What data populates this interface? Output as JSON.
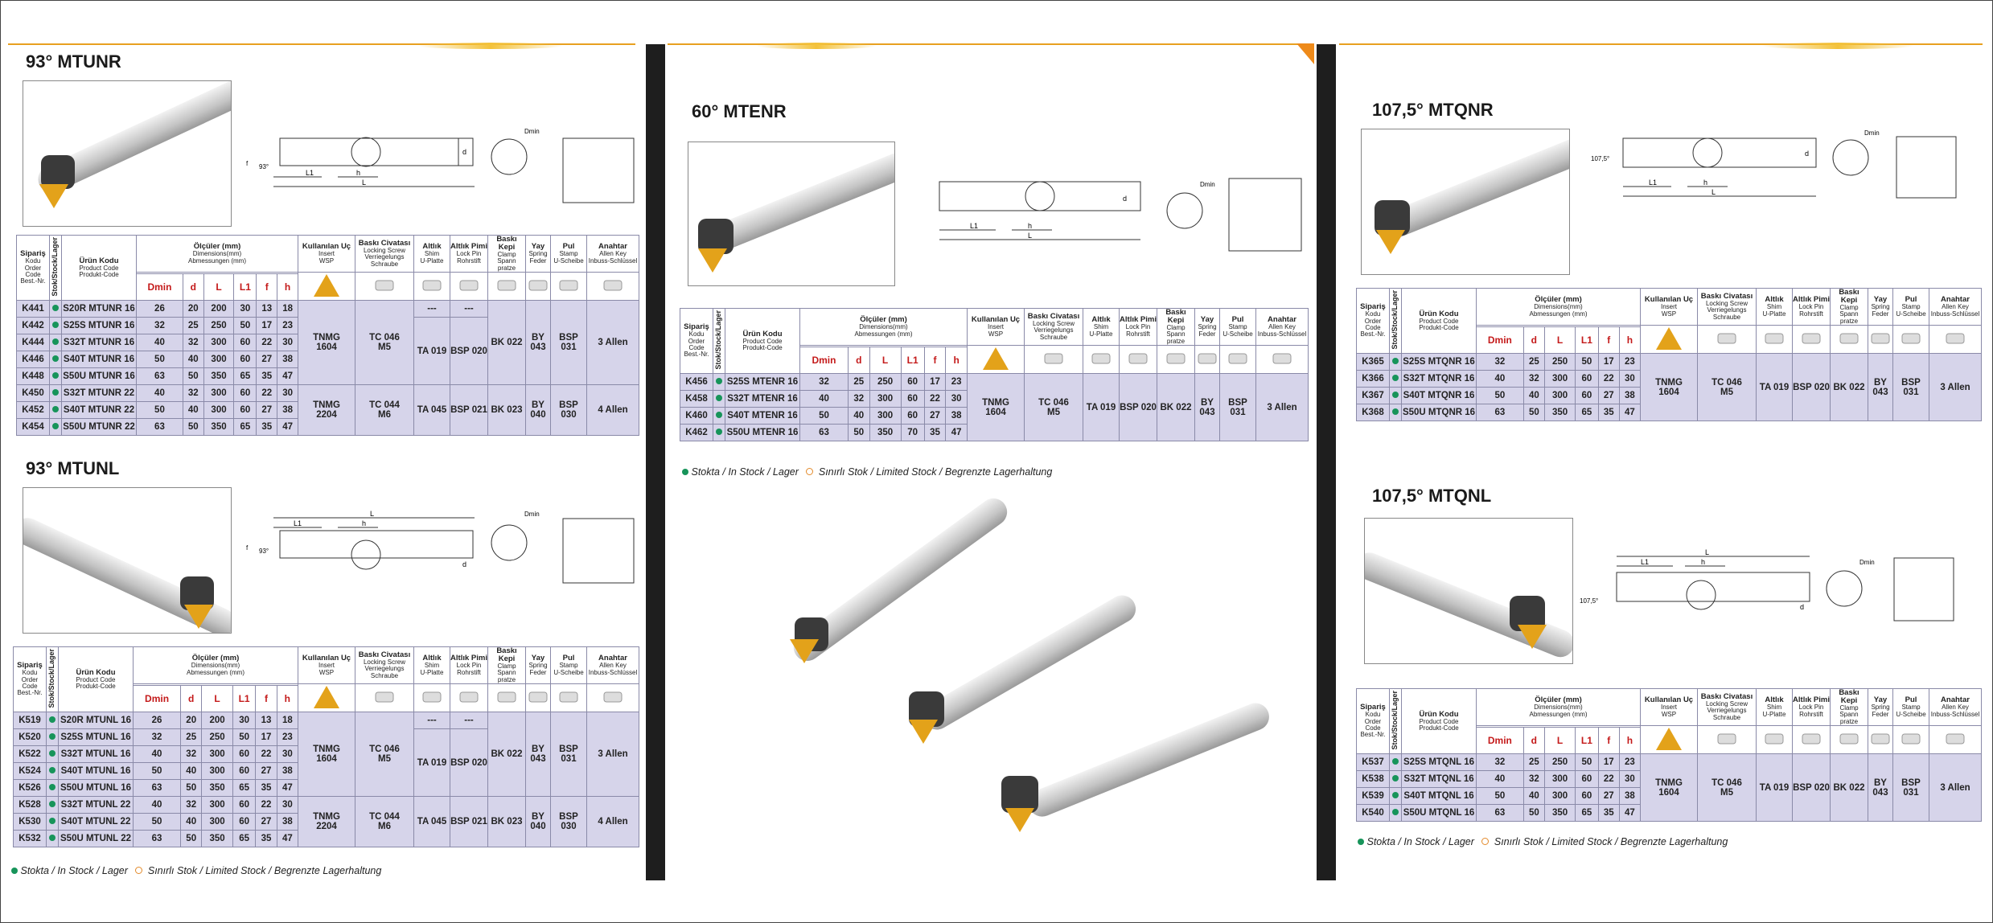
{
  "sections": {
    "mtunr": {
      "title": "93° MTUNR"
    },
    "mtunl": {
      "title": "93° MTUNL"
    },
    "mtenr": {
      "title": "60° MTENR"
    },
    "mtqnr": {
      "title": "107,5° MTQNR"
    },
    "mtqnl": {
      "title": "107,5° MTQNL"
    }
  },
  "headers": {
    "order_code": [
      "Sipariş",
      "Kodu",
      "Order",
      "Code",
      "Best.-Nr."
    ],
    "stock": "Stok/Stock/Lager",
    "product_code": [
      "Ürün Kodu",
      "Product Code",
      "Produkt-Code"
    ],
    "dimensions": [
      "Ölçüler (mm)",
      "Dimensions(mm)",
      "Abmessungen (mm)"
    ],
    "insert": [
      "Kullanılan Uç",
      "Insert",
      "WSP"
    ],
    "screw": [
      "Baskı Civatası",
      "Locking Screw",
      "Verriegelungs",
      "Schraube"
    ],
    "shim": [
      "Altlık",
      "Shim",
      "U-Platte"
    ],
    "pin": [
      "Altlık Pimi",
      "Lock Pin",
      "Rohrstift"
    ],
    "clamp": [
      "Baskı Kepi",
      "Clamp",
      "Spann",
      "pratze"
    ],
    "spring": [
      "Yay",
      "Spring",
      "Feder"
    ],
    "washer": [
      "Pul",
      "Stamp",
      "U-Scheibe"
    ],
    "key": [
      "Anahtar",
      "Allen Key",
      "Inbuss-Schlüssel"
    ],
    "dim_cols": [
      "Dmin",
      "d",
      "L",
      "L1",
      "f",
      "h"
    ]
  },
  "drawing_labels": {
    "L": "L",
    "L1": "L1",
    "h": "h",
    "d": "d",
    "f": "f",
    "dmin": "Dmin",
    "a93": "93°",
    "a1075": "107,5°"
  },
  "tables": {
    "mtunr": {
      "rows": [
        [
          "K441",
          "S20R MTUNR 16",
          "26",
          "20",
          "200",
          "30",
          "13",
          "18"
        ],
        [
          "K442",
          "S25S MTUNR 16",
          "32",
          "25",
          "250",
          "50",
          "17",
          "23"
        ],
        [
          "K444",
          "S32T MTUNR 16",
          "40",
          "32",
          "300",
          "60",
          "22",
          "30"
        ],
        [
          "K446",
          "S40T MTUNR 16",
          "50",
          "40",
          "300",
          "60",
          "27",
          "38"
        ],
        [
          "K448",
          "S50U MTUNR 16",
          "63",
          "50",
          "350",
          "65",
          "35",
          "47"
        ],
        [
          "K450",
          "S32T MTUNR 22",
          "40",
          "32",
          "300",
          "60",
          "22",
          "30"
        ],
        [
          "K452",
          "S40T MTUNR 22",
          "50",
          "40",
          "300",
          "60",
          "27",
          "38"
        ],
        [
          "K454",
          "S50U MTUNR 22",
          "63",
          "50",
          "350",
          "65",
          "35",
          "47"
        ]
      ],
      "g1": {
        "insert": "TNMG 1604",
        "screw": "TC 046 M5",
        "shim": "TA 019",
        "pin": "BSP 020",
        "dash1": "---",
        "dash2": "---",
        "clamp": "BK 022",
        "spring": "BY 043",
        "washer": "BSP 031",
        "key": "3 Allen"
      },
      "g2": {
        "insert": "TNMG 2204",
        "screw": "TC 044 M6",
        "shim": "TA 045",
        "pin": "BSP 021",
        "clamp": "BK 023",
        "spring": "BY 040",
        "washer": "BSP 030",
        "key": "4 Allen"
      }
    },
    "mtunl": {
      "rows": [
        [
          "K519",
          "S20R MTUNL 16",
          "26",
          "20",
          "200",
          "30",
          "13",
          "18"
        ],
        [
          "K520",
          "S25S MTUNL 16",
          "32",
          "25",
          "250",
          "50",
          "17",
          "23"
        ],
        [
          "K522",
          "S32T MTUNL 16",
          "40",
          "32",
          "300",
          "60",
          "22",
          "30"
        ],
        [
          "K524",
          "S40T MTUNL 16",
          "50",
          "40",
          "300",
          "60",
          "27",
          "38"
        ],
        [
          "K526",
          "S50U MTUNL 16",
          "63",
          "50",
          "350",
          "65",
          "35",
          "47"
        ],
        [
          "K528",
          "S32T MTUNL 22",
          "40",
          "32",
          "300",
          "60",
          "22",
          "30"
        ],
        [
          "K530",
          "S40T MTUNL 22",
          "50",
          "40",
          "300",
          "60",
          "27",
          "38"
        ],
        [
          "K532",
          "S50U MTUNL 22",
          "63",
          "50",
          "350",
          "65",
          "35",
          "47"
        ]
      ],
      "g1": {
        "insert": "TNMG 1604",
        "screw": "TC 046 M5",
        "shim": "TA 019",
        "pin": "BSP 020",
        "dash1": "---",
        "dash2": "---",
        "clamp": "BK 022",
        "spring": "BY 043",
        "washer": "BSP 031",
        "key": "3 Allen"
      },
      "g2": {
        "insert": "TNMG 2204",
        "screw": "TC 044 M6",
        "shim": "TA 045",
        "pin": "BSP 021",
        "clamp": "BK 023",
        "spring": "BY 040",
        "washer": "BSP 030",
        "key": "4 Allen"
      }
    },
    "mtenr": {
      "rows": [
        [
          "K456",
          "S25S MTENR 16",
          "32",
          "25",
          "250",
          "60",
          "17",
          "23"
        ],
        [
          "K458",
          "S32T MTENR 16",
          "40",
          "32",
          "300",
          "60",
          "22",
          "30"
        ],
        [
          "K460",
          "S40T MTENR 16",
          "50",
          "40",
          "300",
          "60",
          "27",
          "38"
        ],
        [
          "K462",
          "S50U MTENR 16",
          "63",
          "50",
          "350",
          "70",
          "35",
          "47"
        ]
      ],
      "g1": {
        "insert": "TNMG 1604",
        "screw": "TC 046 M5",
        "shim": "TA 019",
        "pin": "BSP 020",
        "clamp": "BK 022",
        "spring": "BY 043",
        "washer": "BSP 031",
        "key": "3 Allen"
      }
    },
    "mtqnr": {
      "rows": [
        [
          "K365",
          "S25S MTQNR 16",
          "32",
          "25",
          "250",
          "50",
          "17",
          "23"
        ],
        [
          "K366",
          "S32T MTQNR 16",
          "40",
          "32",
          "300",
          "60",
          "22",
          "30"
        ],
        [
          "K367",
          "S40T MTQNR 16",
          "50",
          "40",
          "300",
          "60",
          "27",
          "38"
        ],
        [
          "K368",
          "S50U MTQNR 16",
          "63",
          "50",
          "350",
          "65",
          "35",
          "47"
        ]
      ],
      "g1": {
        "insert": "TNMG 1604",
        "screw": "TC 046 M5",
        "shim": "TA 019",
        "pin": "BSP 020",
        "clamp": "BK 022",
        "spring": "BY 043",
        "washer": "BSP 031",
        "key": "3 Allen"
      }
    },
    "mtqnl": {
      "rows": [
        [
          "K537",
          "S25S MTQNL 16",
          "32",
          "25",
          "250",
          "50",
          "17",
          "23"
        ],
        [
          "K538",
          "S32T MTQNL 16",
          "40",
          "32",
          "300",
          "60",
          "22",
          "30"
        ],
        [
          "K539",
          "S40T MTQNL 16",
          "50",
          "40",
          "300",
          "60",
          "27",
          "38"
        ],
        [
          "K540",
          "S50U MTQNL 16",
          "63",
          "50",
          "350",
          "65",
          "35",
          "47"
        ]
      ],
      "g1": {
        "insert": "TNMG 1604",
        "screw": "TC 046 M5",
        "shim": "TA 019",
        "pin": "BSP 020",
        "clamp": "BK 022",
        "spring": "BY 043",
        "washer": "BSP 031",
        "key": "3 Allen"
      }
    }
  },
  "legend": {
    "in_stock": "Stokta / In Stock / Lager",
    "limited": "Sınırlı Stok / Limited Stock / Begrenzte Lagerhaltung"
  }
}
